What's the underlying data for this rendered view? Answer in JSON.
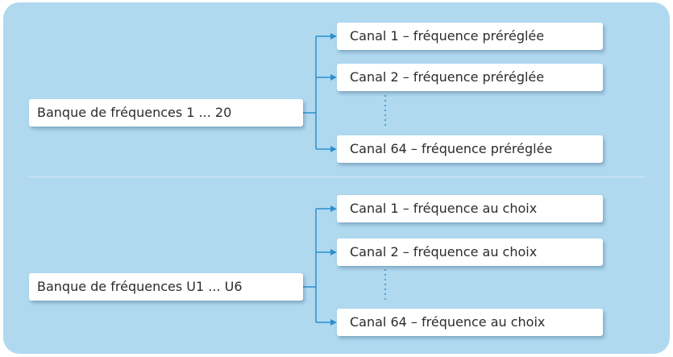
{
  "colors": {
    "panel": "#b0d9f0",
    "box": "#ffffff",
    "text": "#2c2c2c",
    "line": "#2d8fcc"
  },
  "groups": [
    {
      "bank": "Banque de fréquences 1 ... 20",
      "channels": [
        "Canal 1 – fréquence préréglée",
        "Canal 2 – fréquence préréglée",
        "Canal 64 – fréquence préréglée"
      ]
    },
    {
      "bank": "Banque de fréquences U1 ... U6",
      "channels": [
        "Canal 1 – fréquence au choix",
        "Canal 2 – fréquence au choix",
        "Canal 64 – fréquence au choix"
      ]
    }
  ]
}
